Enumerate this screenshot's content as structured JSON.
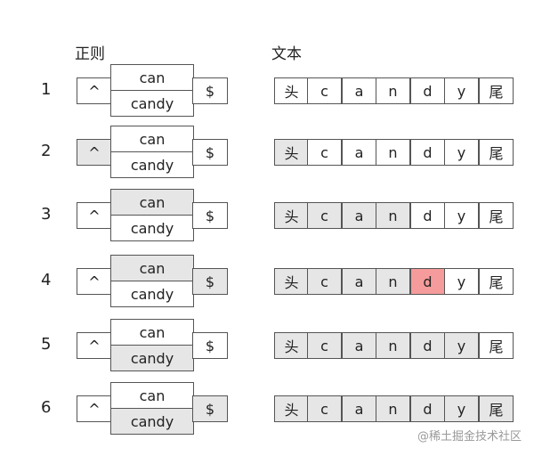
{
  "headers": {
    "regex": "正则",
    "text": "文本"
  },
  "regex_parts": {
    "start": "^",
    "alt_top": "can",
    "alt_bottom": "candy",
    "end": "$"
  },
  "colors": {
    "highlight": "#e6e6e6",
    "mismatch": "#f59b9b",
    "border": "#555555"
  },
  "steps": [
    {
      "num": "1",
      "regex_highlight": [],
      "cells": [
        {
          "char": "头",
          "state": "none"
        },
        {
          "char": "c",
          "state": "none"
        },
        {
          "char": "a",
          "state": "none"
        },
        {
          "char": "n",
          "state": "none"
        },
        {
          "char": "d",
          "state": "none"
        },
        {
          "char": "y",
          "state": "none"
        },
        {
          "char": "尾",
          "state": "none"
        }
      ]
    },
    {
      "num": "2",
      "regex_highlight": [
        "start"
      ],
      "cells": [
        {
          "char": "头",
          "state": "gray"
        },
        {
          "char": "c",
          "state": "none"
        },
        {
          "char": "a",
          "state": "none"
        },
        {
          "char": "n",
          "state": "none"
        },
        {
          "char": "d",
          "state": "none"
        },
        {
          "char": "y",
          "state": "none"
        },
        {
          "char": "尾",
          "state": "none"
        }
      ]
    },
    {
      "num": "3",
      "regex_highlight": [
        "alt_top"
      ],
      "cells": [
        {
          "char": "头",
          "state": "gray"
        },
        {
          "char": "c",
          "state": "gray"
        },
        {
          "char": "a",
          "state": "gray"
        },
        {
          "char": "n",
          "state": "gray"
        },
        {
          "char": "d",
          "state": "none"
        },
        {
          "char": "y",
          "state": "none"
        },
        {
          "char": "尾",
          "state": "none"
        }
      ]
    },
    {
      "num": "4",
      "regex_highlight": [
        "alt_top",
        "end"
      ],
      "cells": [
        {
          "char": "头",
          "state": "gray"
        },
        {
          "char": "c",
          "state": "gray"
        },
        {
          "char": "a",
          "state": "gray"
        },
        {
          "char": "n",
          "state": "gray"
        },
        {
          "char": "d",
          "state": "red"
        },
        {
          "char": "y",
          "state": "none"
        },
        {
          "char": "尾",
          "state": "none"
        }
      ]
    },
    {
      "num": "5",
      "regex_highlight": [
        "alt_bottom"
      ],
      "cells": [
        {
          "char": "头",
          "state": "gray"
        },
        {
          "char": "c",
          "state": "gray"
        },
        {
          "char": "a",
          "state": "gray"
        },
        {
          "char": "n",
          "state": "gray"
        },
        {
          "char": "d",
          "state": "gray"
        },
        {
          "char": "y",
          "state": "gray"
        },
        {
          "char": "尾",
          "state": "none"
        }
      ]
    },
    {
      "num": "6",
      "regex_highlight": [
        "alt_bottom",
        "end"
      ],
      "cells": [
        {
          "char": "头",
          "state": "gray"
        },
        {
          "char": "c",
          "state": "gray"
        },
        {
          "char": "a",
          "state": "gray"
        },
        {
          "char": "n",
          "state": "gray"
        },
        {
          "char": "d",
          "state": "gray"
        },
        {
          "char": "y",
          "state": "gray"
        },
        {
          "char": "尾",
          "state": "gray"
        }
      ]
    }
  ],
  "watermark": "@稀土掘金技术社区"
}
